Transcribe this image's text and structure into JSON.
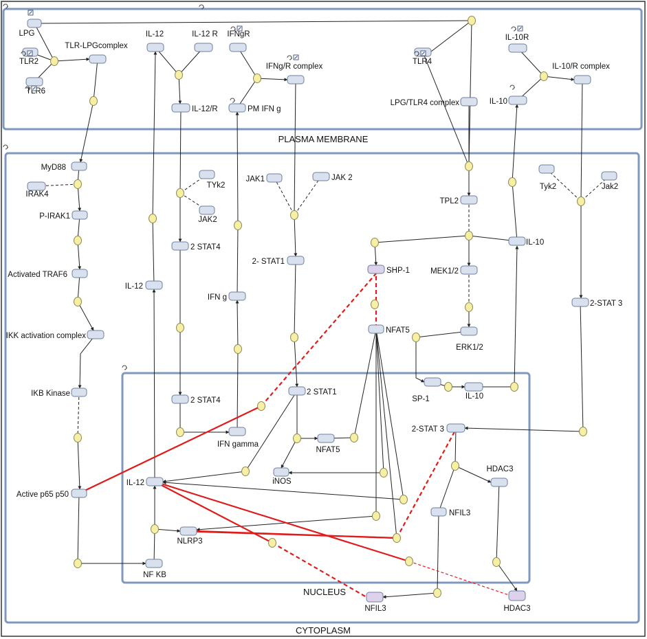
{
  "compartments": {
    "plasma_membrane": "PLASMA MEMBRANE",
    "cytoplasm": "CYTOPLASM",
    "nucleus": "NUCLEUS"
  },
  "colors": {
    "compartment_border": "#7f98bf",
    "species_fill": "#d9e0ee",
    "species_fill_nuclear_target": "#ddd2ec",
    "species_stroke": "#6f7f9e",
    "process_fill": "#f6efa4",
    "process_stroke": "#8c8a55",
    "edge": "#222222",
    "inhibition_edge": "#e01b1b"
  },
  "species": {
    "lpg": "LPG",
    "tlr_lpg_complex": "TLR-LPGcomplex",
    "tlr2": "TLR2",
    "tlr6": "TLR6",
    "il12_membrane": "IL-12",
    "il12r": "IL-12 R",
    "il12_r_complex": "IL-12/R",
    "ifngr": "IFNgR",
    "ifng_r_complex": "IFNg/R complex",
    "pm_ifng": "PM IFN g",
    "tlr4": "TLR4",
    "lpg_tlr4_complex": "LPG/TLR4 complex",
    "il10r": "IL-10R",
    "il10_r_complex": "IL-10/R complex",
    "il10_membrane": "IL-10",
    "myd88": "MyD88",
    "irak4": "IRAK4",
    "p_irak1": "P-IRAK1",
    "activated_traf6": "Activated TRAF6",
    "ikk_activation_complex": "IKK activation complex",
    "ikb_kinase": "IKB Kinase",
    "active_p65_p50": "Active p65 p50",
    "il12_cytoplasm": "IL-12",
    "tyk2_il12": "TYk2",
    "jak2_il12": "JAK2",
    "stat4_cytoplasm": "2 STAT4",
    "ifng_cytoplasm": "IFN g",
    "jak1": "JAK1",
    "jak2_ifng": "JAK 2",
    "stat1_cytoplasm": "2- STAT1",
    "shp1": "SHP-1",
    "nfat5_cytoplasm": "NFAT5",
    "tpl2": "TPL2",
    "mek12": "MEK1/2",
    "erk12": "ERK1/2",
    "il10_cytoplasm": "IL-10",
    "tyk2_il10": "Tyk2",
    "jak2_il10": "Jak2",
    "stat3_cytoplasm": "2-STAT 3",
    "stat4_nucleus": "2 STAT4",
    "ifn_gamma_nucleus": "IFN gamma",
    "stat1_nucleus": "2 STAT1",
    "nfat5_nucleus": "NFAT5",
    "inos": "iNOS",
    "il12_nucleus": "IL-12",
    "nlrp3": "NLRP3",
    "nfkb": "NF KB",
    "sp1": "SP-1",
    "il10_nucleus": "IL-10",
    "stat3_nucleus": "2-STAT 3",
    "hdac3_nucleus": "HDAC3",
    "nfil3_nucleus": "NFIL3",
    "nfil3_target": "NFIL3",
    "hdac3_target": "HDAC3"
  }
}
